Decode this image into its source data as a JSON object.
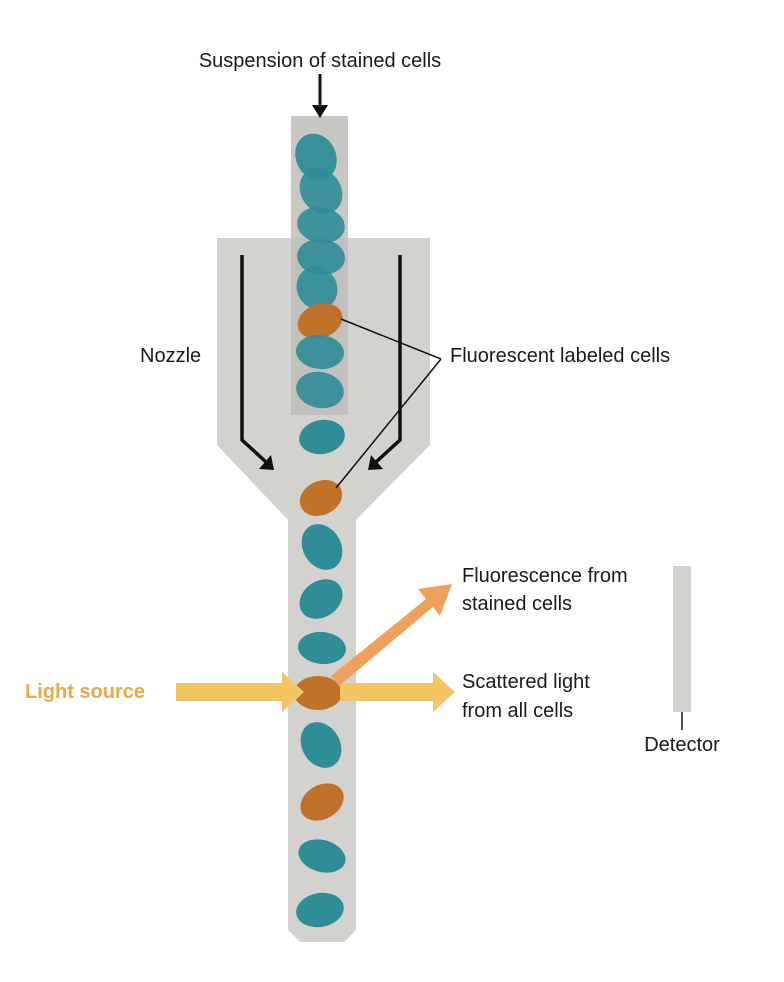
{
  "labels": {
    "suspension": "Suspension of stained cells",
    "nozzle": "Nozzle",
    "fluorescent_labeled": "Fluorescent labeled cells",
    "fluorescence_line1": "Fluorescence from",
    "fluorescence_line2": "stained cells",
    "scattered_line1": "Scattered light",
    "scattered_line2": "from all cells",
    "light_source": "Light source",
    "detector": "Detector"
  },
  "colors": {
    "channel": "#d3d2ce",
    "inner_tube": "#bebdb8",
    "teal_cell": "#2f8c99",
    "orange_cell": "#c0722b",
    "light_beam": "#f3c463",
    "fluorescence_beam": "#eea15b",
    "light_source_text": "#eba84a",
    "arrow": "#111111"
  }
}
